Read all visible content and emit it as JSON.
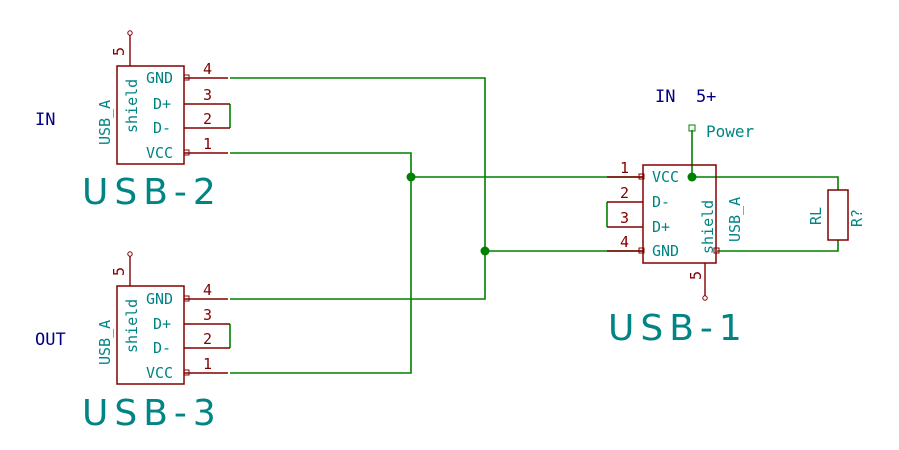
{
  "labels": {
    "in": "IN",
    "out": "OUT",
    "power_in": "IN  5+",
    "power": "Power"
  },
  "usb2": {
    "ref": "USB-2",
    "value": "USB_A",
    "shield": "shield",
    "pins": [
      {
        "num": "4",
        "name": "GND"
      },
      {
        "num": "3",
        "name": "D+"
      },
      {
        "num": "2",
        "name": "D-"
      },
      {
        "num": "1",
        "name": "VCC"
      }
    ],
    "shield_pin": "5"
  },
  "usb3": {
    "ref": "USB-3",
    "value": "USB_A",
    "shield": "shield",
    "pins": [
      {
        "num": "4",
        "name": "GND"
      },
      {
        "num": "3",
        "name": "D+"
      },
      {
        "num": "2",
        "name": "D-"
      },
      {
        "num": "1",
        "name": "VCC"
      }
    ],
    "shield_pin": "5"
  },
  "usb1": {
    "ref": "USB-1",
    "value": "USB_A",
    "shield": "shield",
    "pins": [
      {
        "num": "1",
        "name": "VCC"
      },
      {
        "num": "2",
        "name": "D-"
      },
      {
        "num": "3",
        "name": "D+"
      },
      {
        "num": "4",
        "name": "GND"
      }
    ],
    "shield_pin": "5"
  },
  "resistor": {
    "ref": "R?",
    "value": "RL"
  }
}
